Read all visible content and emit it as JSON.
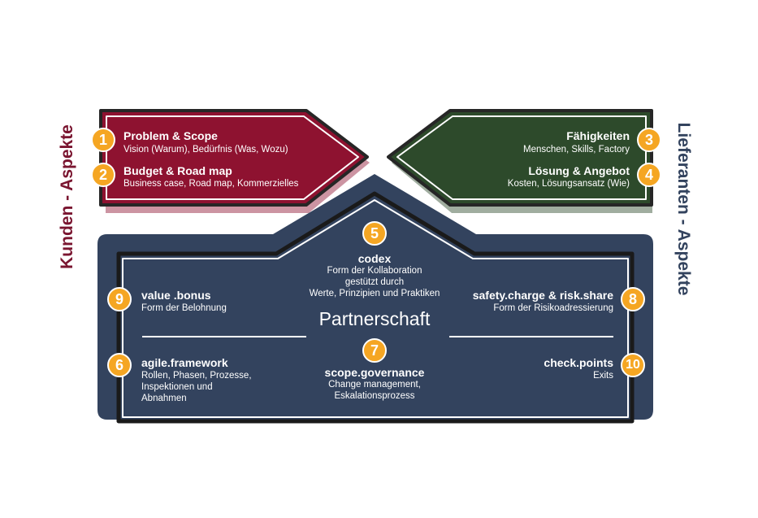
{
  "colors": {
    "customer": "#8e1230",
    "supplier": "#2d4a2b",
    "partnership": "#33435e",
    "badge": "#f5a623",
    "customer_label": "#7a1530",
    "supplier_label": "#33435e"
  },
  "side_labels": {
    "customer": "Kunden - Aspekte",
    "supplier": "Lieferanten - Aspekte"
  },
  "customer": [
    {
      "num": "1",
      "title": "Problem & Scope",
      "sub": "Vision (Warum), Bedürfnis (Was, Wozu)"
    },
    {
      "num": "2",
      "title": "Budget & Road map",
      "sub": "Business case, Road map, Kommerzielles"
    }
  ],
  "supplier": [
    {
      "num": "3",
      "title": "Fähigkeiten",
      "sub": "Menschen, Skills, Factory"
    },
    {
      "num": "4",
      "title": "Lösung & Angebot",
      "sub": "Kosten, Lösungsansatz (Wie)"
    }
  ],
  "partnership": {
    "title": "Partnerschaft",
    "codex": {
      "num": "5",
      "title": "codex",
      "lines": [
        "Form der Kollaboration",
        "gestützt durch",
        "Werte, Prinzipien und Praktiken"
      ]
    },
    "bonus": {
      "num": "9",
      "title": "value .bonus",
      "sub": "Form der Belohnung"
    },
    "safety": {
      "num": "8",
      "title": "safety.charge & risk.share",
      "sub": "Form der Risikoadressierung"
    },
    "agile": {
      "num": "6",
      "title": "agile.framework",
      "lines": [
        "Rollen, Phasen, Prozesse,",
        "Inspektionen und",
        "Abnahmen"
      ]
    },
    "scope": {
      "num": "7",
      "title": "scope.governance",
      "lines": [
        "Change management,",
        "Eskalationsprozess"
      ]
    },
    "checkpoints": {
      "num": "10",
      "title": "check.points",
      "sub": "Exits"
    }
  }
}
